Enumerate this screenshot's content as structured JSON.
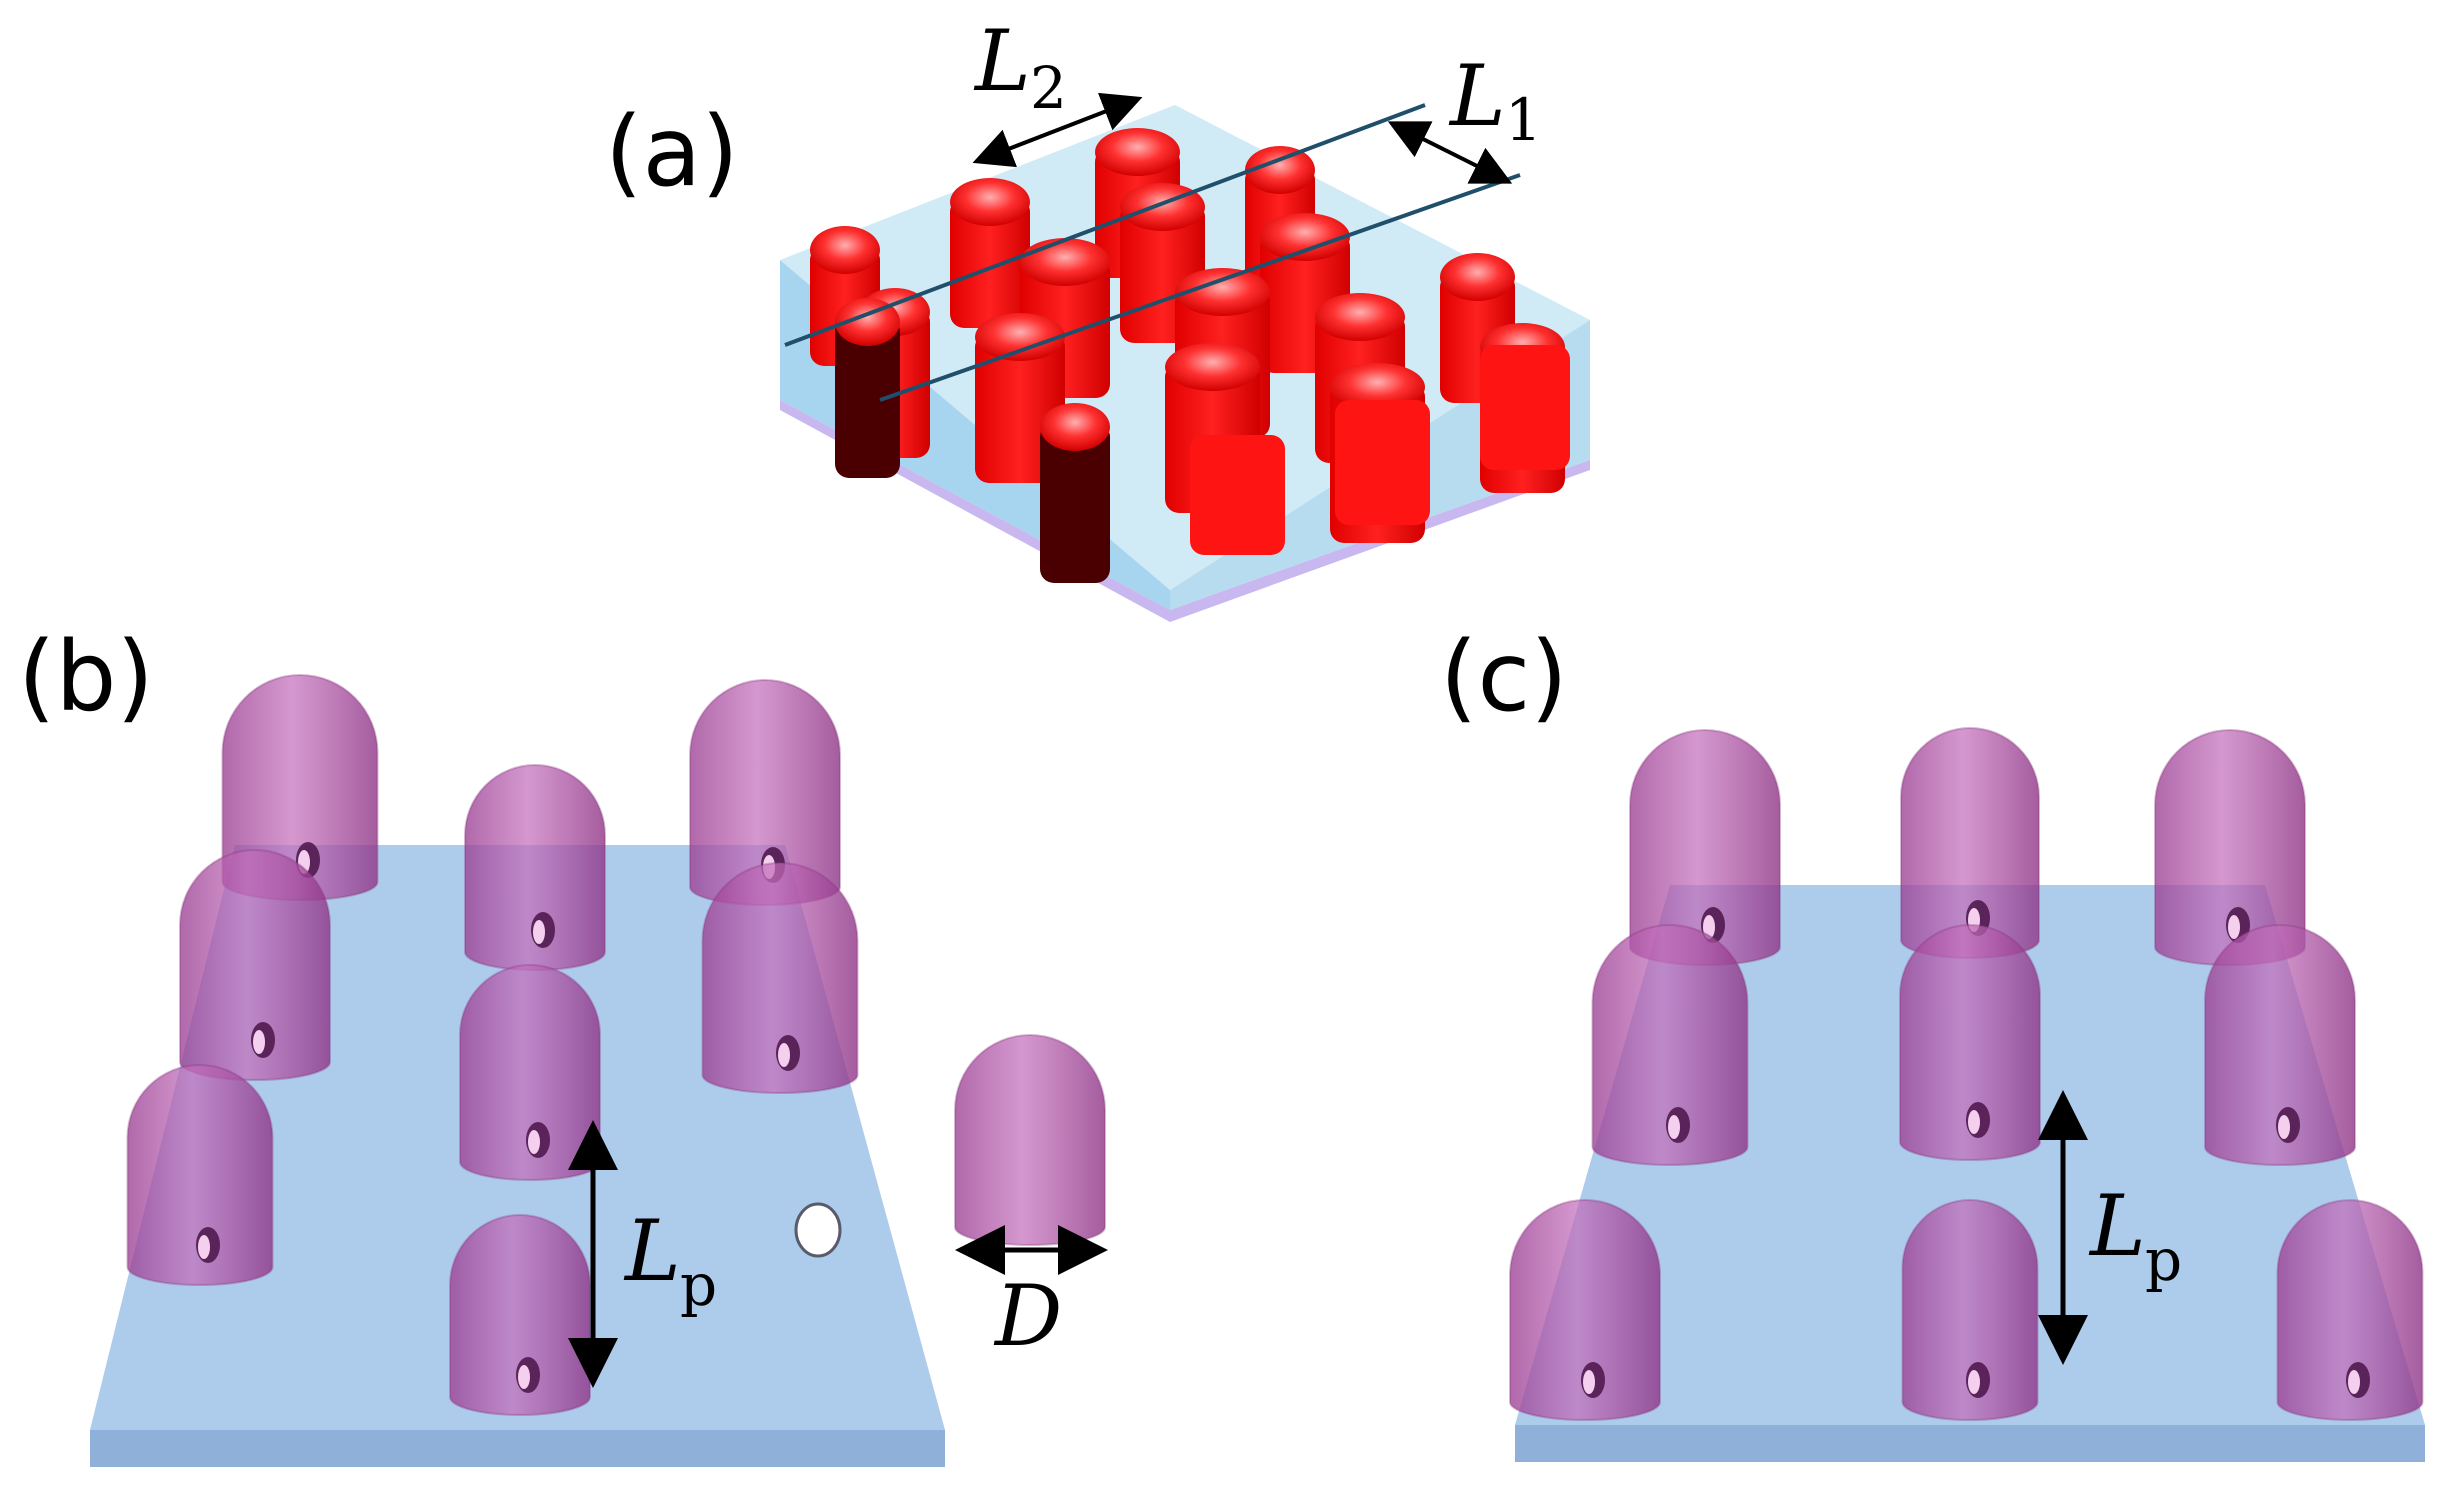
{
  "panels": {
    "a": {
      "label": "(a)",
      "l1_label": "L",
      "l1_sub": "1",
      "l2_label": "L",
      "l2_sub": "2"
    },
    "b": {
      "label": "(b)",
      "lp_label": "L",
      "lp_sub": "p",
      "d_label": "D"
    },
    "c": {
      "label": "(c)",
      "lp_label": "L",
      "lp_sub": "p"
    }
  },
  "colors": {
    "plate": "#a9c8ea",
    "plate_edge": "#8fb0d8",
    "pillar": "#b45aa8",
    "red_pillar": "#ff1414",
    "dark_red": "#4a0000",
    "line": "#1f4f6a"
  }
}
